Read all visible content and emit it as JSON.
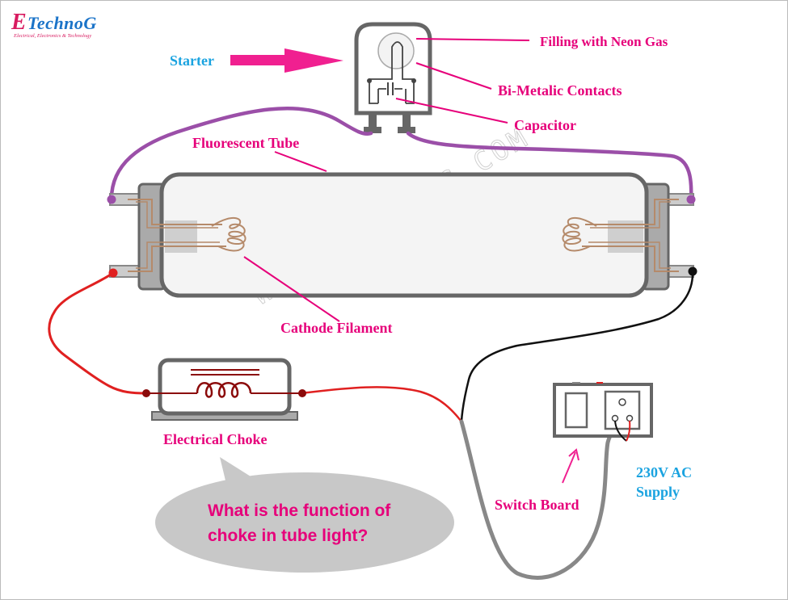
{
  "logo": {
    "name": "ETechnoG",
    "tagline": "Electrical, Electronics & Technology"
  },
  "watermark": "WWW.ETechnoG.COM",
  "labels": {
    "starter": "Starter",
    "neon_gas": "Filling with Neon Gas",
    "bimetallic": "Bi-Metalic Contacts",
    "capacitor": "Capacitor",
    "tube": "Fluorescent Tube",
    "cathode": "Cathode Filament",
    "choke": "Electrical Choke",
    "switch_board": "Switch Board",
    "supply_line1": "230V AC",
    "supply_line2": "Supply"
  },
  "question": {
    "line1": "What is the function of",
    "line2": "choke in tube light?"
  },
  "colors": {
    "label": "#e6007a",
    "blue_label": "#1aa3e0",
    "purple_wire": "#9b4fa8",
    "red_wire": "#e02020",
    "black_wire": "#111111",
    "gray_wire": "#888888",
    "choke_wire": "#8b0a0a",
    "filament": "#b58a6a",
    "arrow": "#f02090",
    "bubble": "#c8c8c8"
  }
}
